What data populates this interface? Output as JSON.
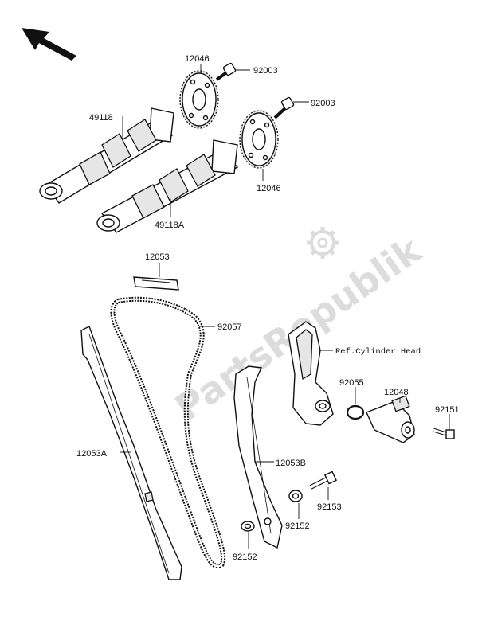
{
  "watermark": "PartsRepublik",
  "reference_note": "Ref.Cylinder Head",
  "callouts": {
    "sprocket_upper": "12046",
    "bolt_upper": "92003",
    "camshaft_exhaust": "49118",
    "bolt_lower": "92003",
    "sprocket_lower": "12046",
    "camshaft_intake": "49118A",
    "chain_guide_top": "12053",
    "cam_chain": "92057",
    "o_ring": "92055",
    "tensioner": "12048",
    "tensioner_bolt": "92151",
    "chain_guide_left": "12053A",
    "chain_guide_right": "12053B",
    "pivot_bolt": "92153",
    "collar_upper": "92152",
    "collar_lower": "92152"
  },
  "colors": {
    "line": "#111111",
    "part_fill": "#ffffff",
    "shade": "#e6e6e6",
    "watermark": "#dcdcdc"
  },
  "icons": [
    "direction-arrow-icon",
    "gear-watermark-icon"
  ]
}
